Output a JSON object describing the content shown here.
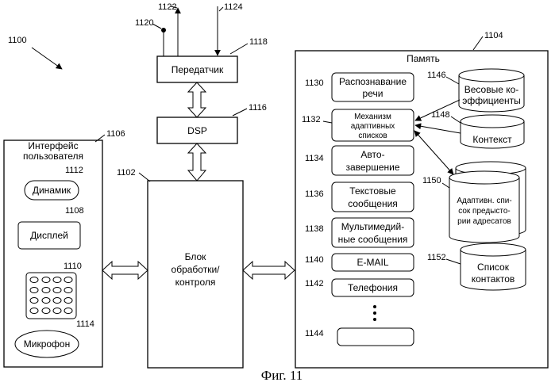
{
  "figure_number": "1100",
  "caption": "Фиг. 11",
  "antenna": {
    "ref": "1120",
    "out_ref": "1122",
    "in_ref": "1124"
  },
  "transmitter": {
    "ref": "1118",
    "label": "Передатчик"
  },
  "dsp": {
    "ref": "1116",
    "label": "DSP"
  },
  "processor": {
    "ref": "1102",
    "label_1": "Блок",
    "label_2": "обработки/",
    "label_3": "контроля"
  },
  "ui": {
    "ref": "1106",
    "title_1": "Интерфейс",
    "title_2": "пользователя",
    "speaker": {
      "ref": "1112",
      "label": "Динамик"
    },
    "display": {
      "ref": "1108",
      "label": "Дисплей"
    },
    "keypad": {
      "ref": "1110"
    },
    "microphone": {
      "ref": "1114",
      "label": "Микрофон"
    }
  },
  "memory": {
    "ref": "1104",
    "title": "Память",
    "modules": [
      {
        "ref": "1130",
        "line_1": "Распознавание",
        "line_2": "речи"
      },
      {
        "ref": "1132",
        "line_1": "Механизм",
        "line_2": "адаптивных",
        "line_3": "списков"
      },
      {
        "ref": "1134",
        "line_1": "Авто-",
        "line_2": "завершение"
      },
      {
        "ref": "1136",
        "line_1": "Текстовые",
        "line_2": "сообщения"
      },
      {
        "ref": "1138",
        "line_1": "Мультимедий-",
        "line_2": "ные сообщения"
      },
      {
        "ref": "1140",
        "line_1": "E-MAIL"
      },
      {
        "ref": "1142",
        "line_1": "Телефония"
      },
      {
        "ref": "1144"
      }
    ],
    "ellipsis": "•\n•\n•",
    "databases": [
      {
        "ref": "1146",
        "line_1": "Весовые ко-",
        "line_2": "эффициенты"
      },
      {
        "ref": "1148",
        "line_1": "Контекст"
      },
      {
        "ref": "1150",
        "line_1": "Адаптивн. спи-",
        "line_2": "сок предысто-",
        "line_3": "рии адресатов"
      },
      {
        "ref": "1152",
        "line_1": "Список",
        "line_2": "контактов"
      }
    ]
  }
}
